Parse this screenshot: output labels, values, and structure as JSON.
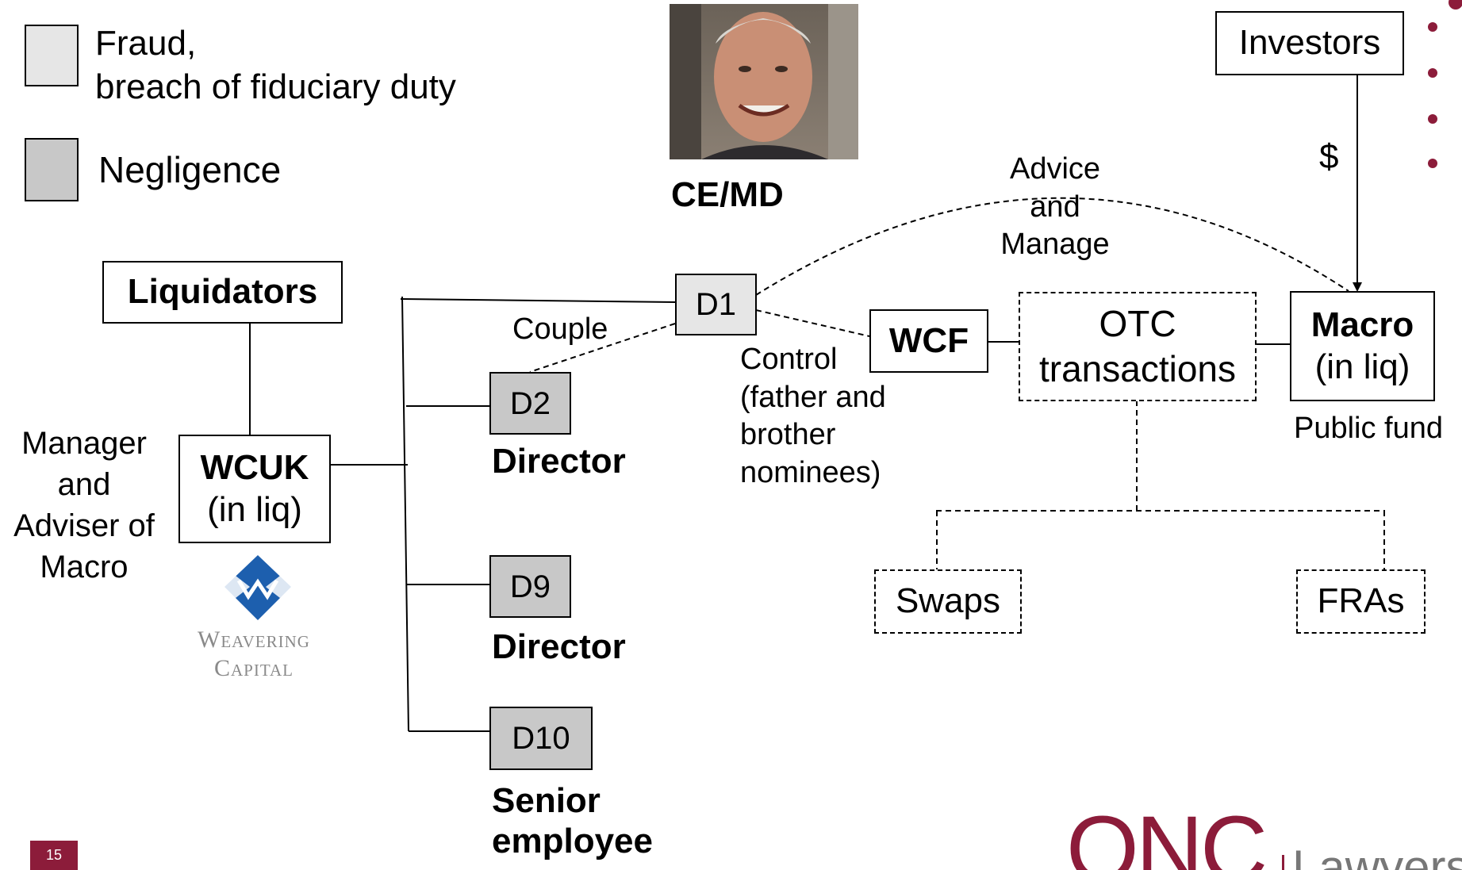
{
  "legend": {
    "fraud": "Fraud,\nbreach of fiduciary duty",
    "negligence": "Negligence"
  },
  "ce_md_label": "CE/MD",
  "liquidators": "Liquidators",
  "wcuk": {
    "name": "WCUK",
    "status": "(in liq)"
  },
  "manager_adviser": "Manager\nand\nAdviser of\nMacro",
  "logo": {
    "line1": "Weavering",
    "line2": "Capital"
  },
  "d1": "D1",
  "couple": "Couple",
  "d2": {
    "code": "D2",
    "role": "Director"
  },
  "d9": {
    "code": "D9",
    "role": "Director"
  },
  "d10": {
    "code": "D10",
    "role": "Senior\nemployee"
  },
  "wcf": "WCF",
  "control": "Control\n(father and\nbrother\nnominees)",
  "otc": "OTC\ntransactions",
  "advice": "Advice\nand\nManage",
  "investors": "Investors",
  "dollar": "$",
  "macro": {
    "name": "Macro",
    "status": "(in liq)"
  },
  "public_fund": "Public fund",
  "swaps": "Swaps",
  "fras": "FRAs",
  "page_number": "15",
  "footer_logo": {
    "brand": "ONC",
    "suffix": "Lawyers"
  },
  "colors": {
    "brand": "#8c1c3a",
    "negligence_fill": "#c8c8c8",
    "fraud_fill": "#e6e6e6"
  }
}
